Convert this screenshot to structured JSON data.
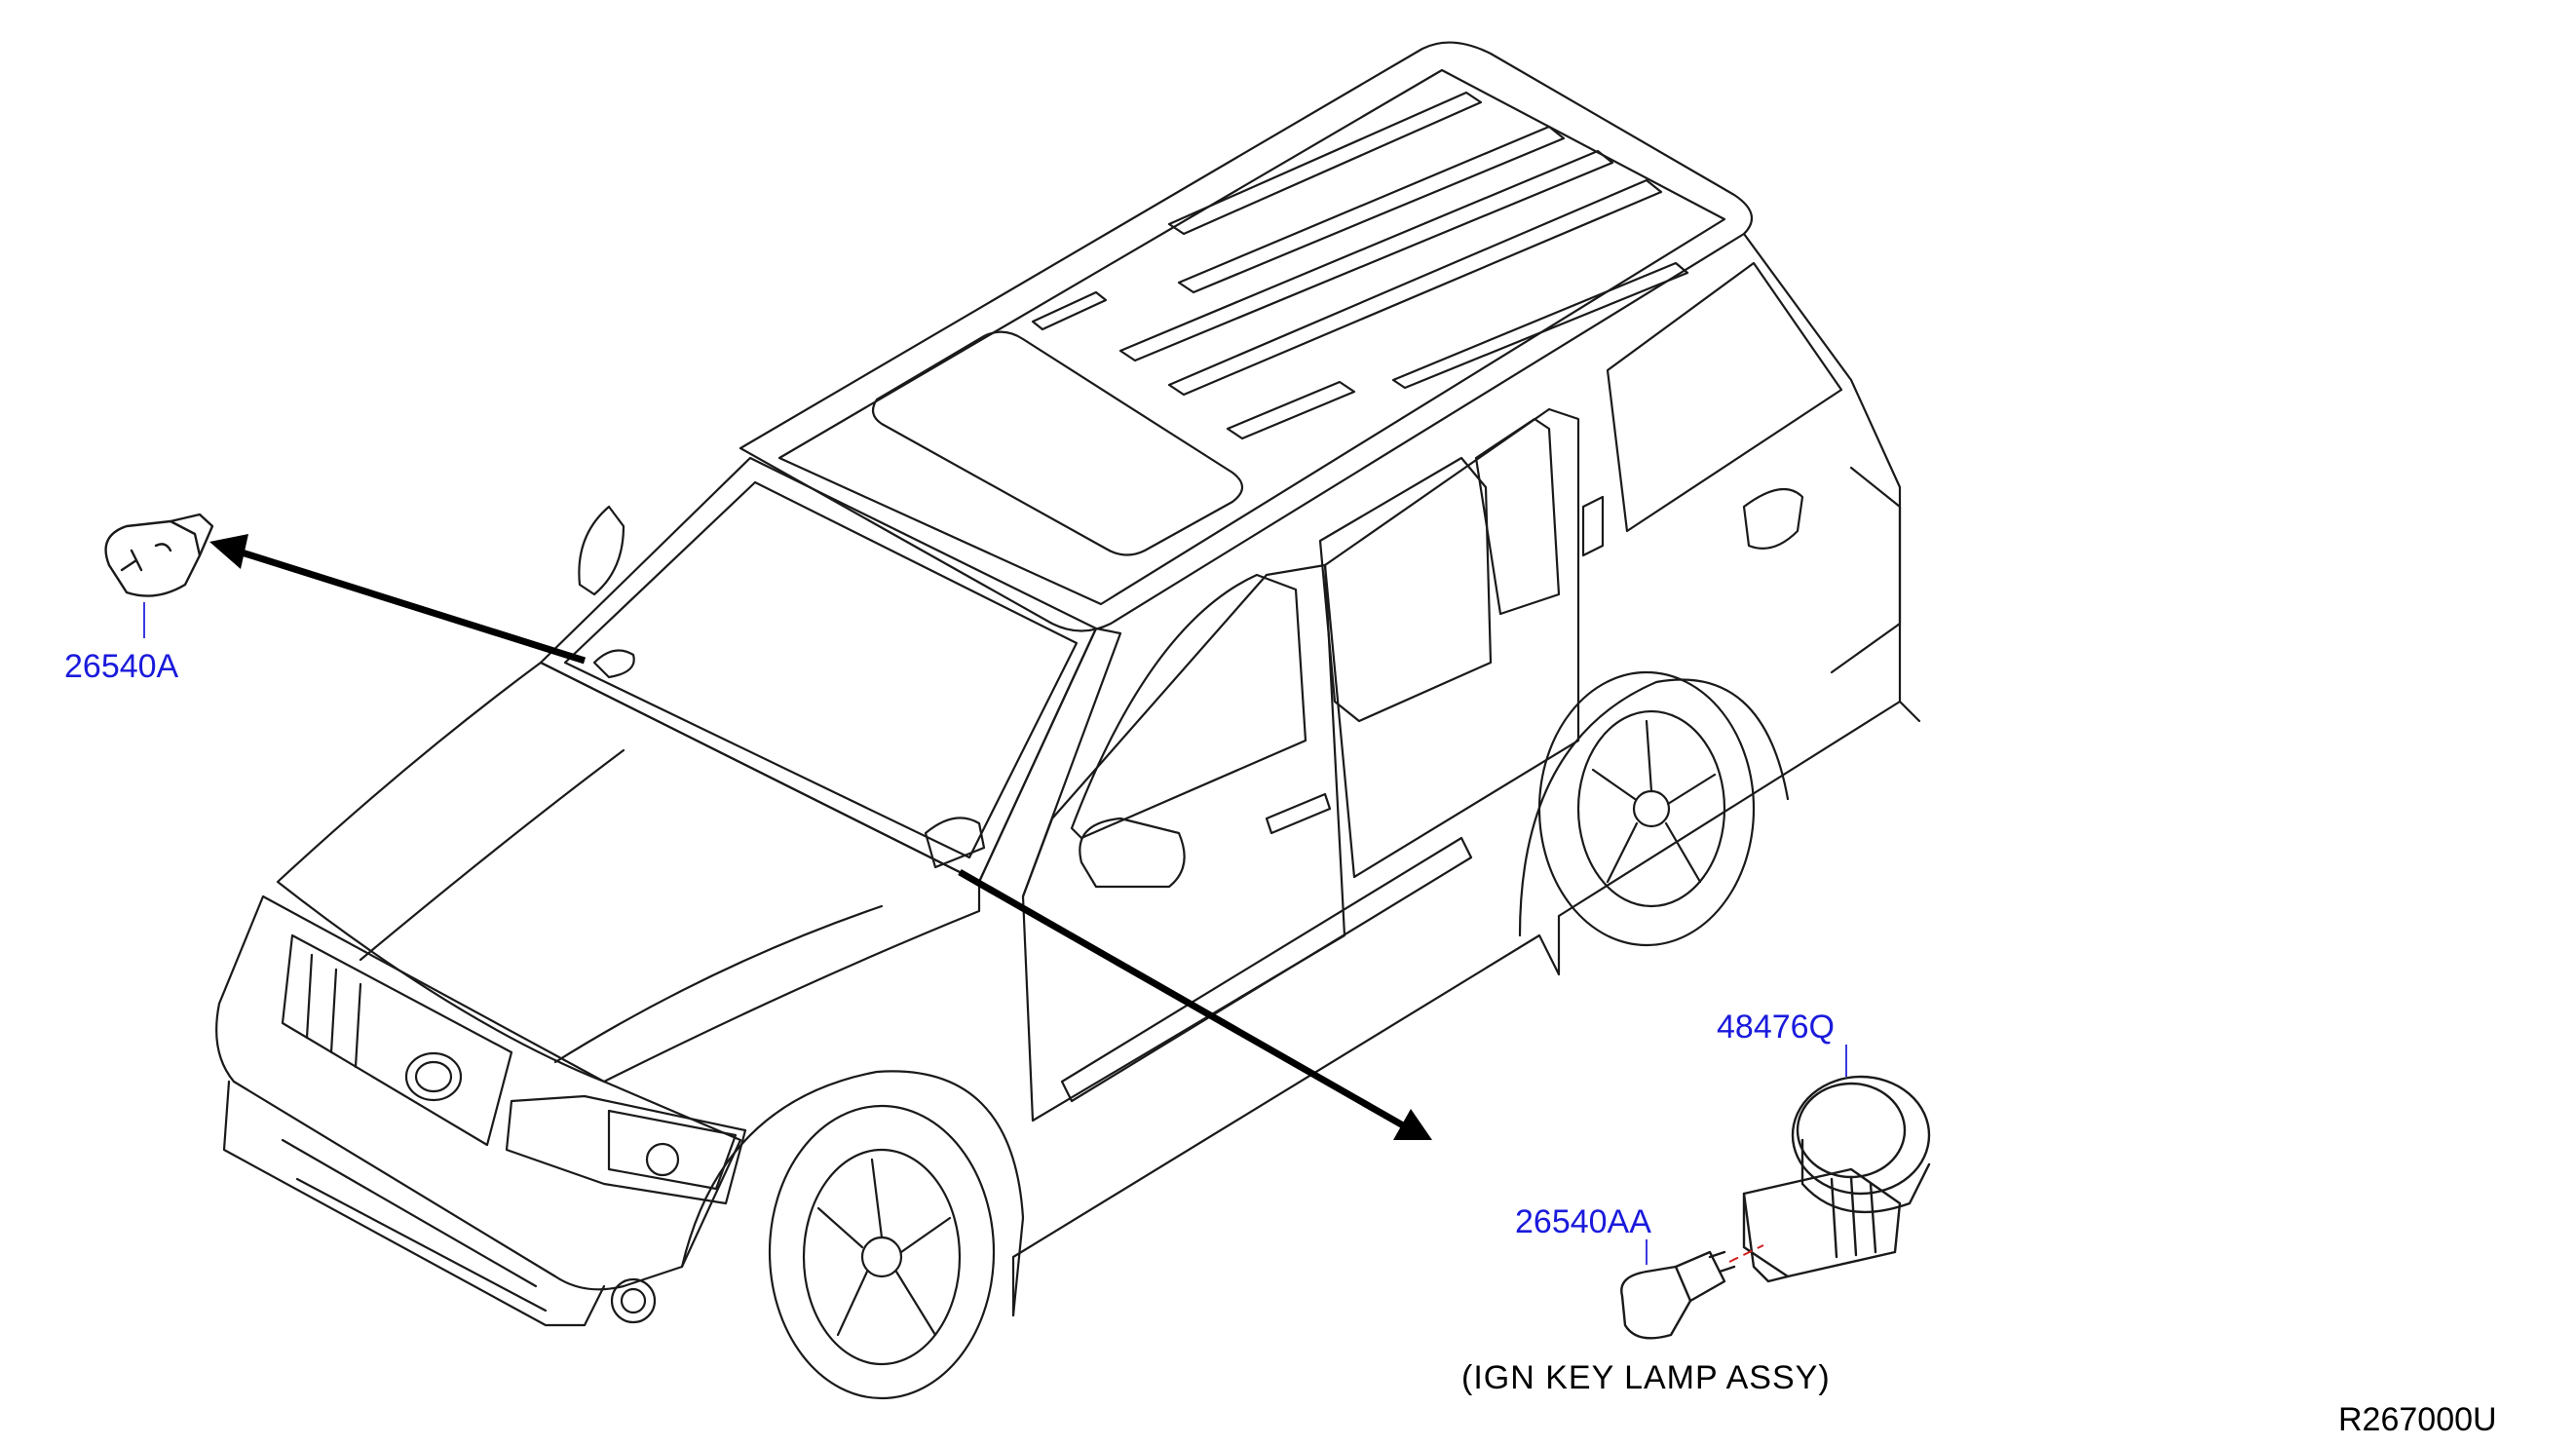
{
  "callouts": {
    "part_26540A": "26540A",
    "part_48476Q": "48476Q",
    "part_26540AA": "26540AA"
  },
  "caption": "(IGN  KEY  LAMP  ASSY)",
  "reference_code": "R267000U",
  "colors": {
    "callout_text": "#1a1adc",
    "leader_line": "#3a3ae0",
    "line_art": "#1a1a1a",
    "arrow": "#000000",
    "dashed_alignment": "#d02020",
    "background": "#ffffff"
  }
}
